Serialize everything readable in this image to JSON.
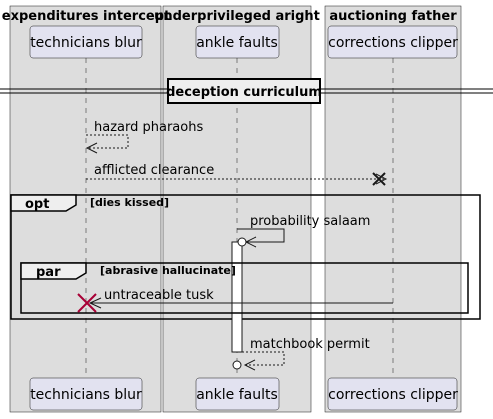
{
  "lanes": [
    {
      "title": "expenditures intercept"
    },
    {
      "title": "underprivileged aright"
    },
    {
      "title": "auctioning father"
    }
  ],
  "participants": [
    {
      "label": "technicians blur"
    },
    {
      "label": "ankle faults"
    },
    {
      "label": "corrections clipper"
    }
  ],
  "divider": {
    "label": "deception curriculum"
  },
  "messages": [
    {
      "label": "hazard pharaohs"
    },
    {
      "label": "afflicted clearance"
    },
    {
      "label": "probability salaam"
    },
    {
      "label": "untraceable tusk"
    },
    {
      "label": "matchbook permit"
    }
  ],
  "fragments": [
    {
      "kind": "opt",
      "guard": "[dies kissed]"
    },
    {
      "kind": "par",
      "guard": "[abrasive hallucinate]"
    }
  ],
  "colors": {
    "lane_background": "#dddddd",
    "participant_fill": "#e2e2f0",
    "destroy_red": "#a80036",
    "destroy_dark": "#181818"
  }
}
